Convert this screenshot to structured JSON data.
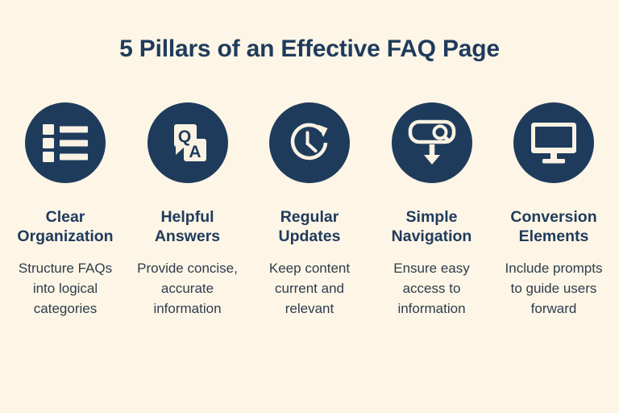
{
  "page": {
    "title": "5 Pillars of an Effective FAQ Page",
    "background_color": "#fdf5e6",
    "accent_color": "#1f3b5c",
    "icon_glyph_color": "#faf3e3",
    "heading_color": "#1f3b5c",
    "body_text_color": "#2e3d4d"
  },
  "pillars": [
    {
      "icon": "list-icon",
      "heading": "Clear Organization",
      "description": "Structure FAQs into logical categories"
    },
    {
      "icon": "qa-speech-bubbles-icon",
      "heading": "Helpful Answers",
      "description": "Provide concise, accurate information",
      "bubble_labels": {
        "question": "Q",
        "answer": "A"
      }
    },
    {
      "icon": "clock-refresh-icon",
      "heading": "Regular Updates",
      "description": "Keep content current and relevant"
    },
    {
      "icon": "search-bar-download-icon",
      "heading": "Simple Navigation",
      "description": "Ensure easy access to information"
    },
    {
      "icon": "monitor-icon",
      "heading": "Conversion Elements",
      "description": "Include prompts to guide users forward"
    }
  ]
}
